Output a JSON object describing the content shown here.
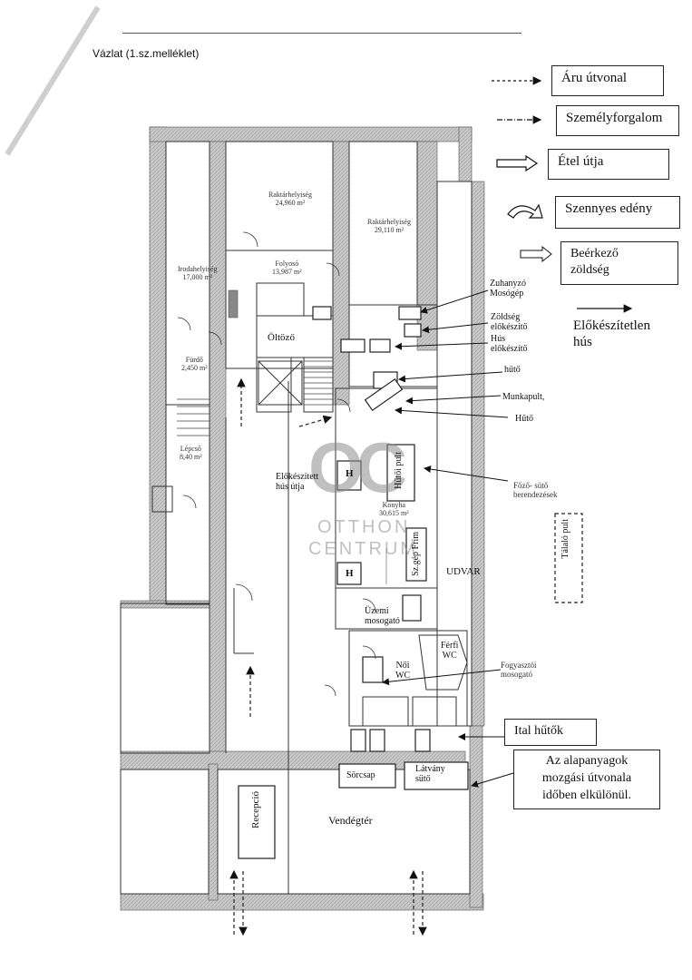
{
  "header": {
    "title": "Vázlat (1.sz.melléklet)"
  },
  "legend": {
    "aru_utvonal": "Áru útvonal",
    "szemelyforgalom": "Személyforgalom",
    "etel_utja": "Étel útja",
    "szennyes_edeny": "Szennyes edény",
    "beerkezo_zoldseg": [
      "Beérkező",
      "zöldség"
    ],
    "elokeszitetlen_hus": [
      "Előkészítetlen",
      "hús"
    ]
  },
  "annotations": {
    "zuhanyzo": [
      "Zuhanyzó",
      "Mosógép"
    ],
    "zoldseg_elokeszito": [
      "Zöldség",
      "előkészítő"
    ],
    "hus_elokeszito": [
      "Hús",
      "előkészítő"
    ],
    "huto1": "hűtő",
    "munkapult": "Munkapult,",
    "huto2": "Hűtő",
    "fozo_suto": [
      "Főző- sütő",
      "berendezések"
    ],
    "talalo_pult": "Tálaló pult",
    "udvar": "UDVAR",
    "fogyaszto_mosogato": [
      "Fogyasztói",
      "mosogató"
    ],
    "ital_hutok": "Ital hűtők",
    "note": [
      "Az alapanyagok",
      "mozgási útvonala",
      "időben elkülönül."
    ]
  },
  "rooms": {
    "oltozo": "Öltöző",
    "elokeszitett": [
      "Előkészített",
      "hús útja"
    ],
    "hutoi_pult": "Hűtői pult",
    "h1": "H",
    "h2": "H",
    "szgep": "Sz.gép Frim",
    "uzemi_mosogato": [
      "Üzemi",
      "mosogató"
    ],
    "ferfi_wc": [
      "Férfi",
      "WC"
    ],
    "noi_wc": [
      "Női",
      "WC"
    ],
    "sorcsap": "Sörcsap",
    "latvany_suto": [
      "Látvány",
      "sütő"
    ],
    "recepcio": "Recepció",
    "vendegter": "Vendégtér"
  },
  "small_labels": {
    "r1": [
      "Raktárhelyiség",
      "24,960 m²"
    ],
    "r2": [
      "Raktárhelyiség",
      "29,110 m²"
    ],
    "folyoso": [
      "Folyosó",
      "13,987 m²"
    ],
    "iroda": [
      "Irodahelyiség",
      "17,000 m²"
    ],
    "fuldo": [
      "Fürdő",
      "2,450 m²"
    ],
    "konyha": [
      "Konyha",
      "30,615 m²"
    ],
    "lepcso": [
      "Lépcső",
      "8,40 m²"
    ]
  },
  "watermark": {
    "logo": "OC",
    "line1": "OTTHON",
    "line2": "CENTRUM"
  }
}
